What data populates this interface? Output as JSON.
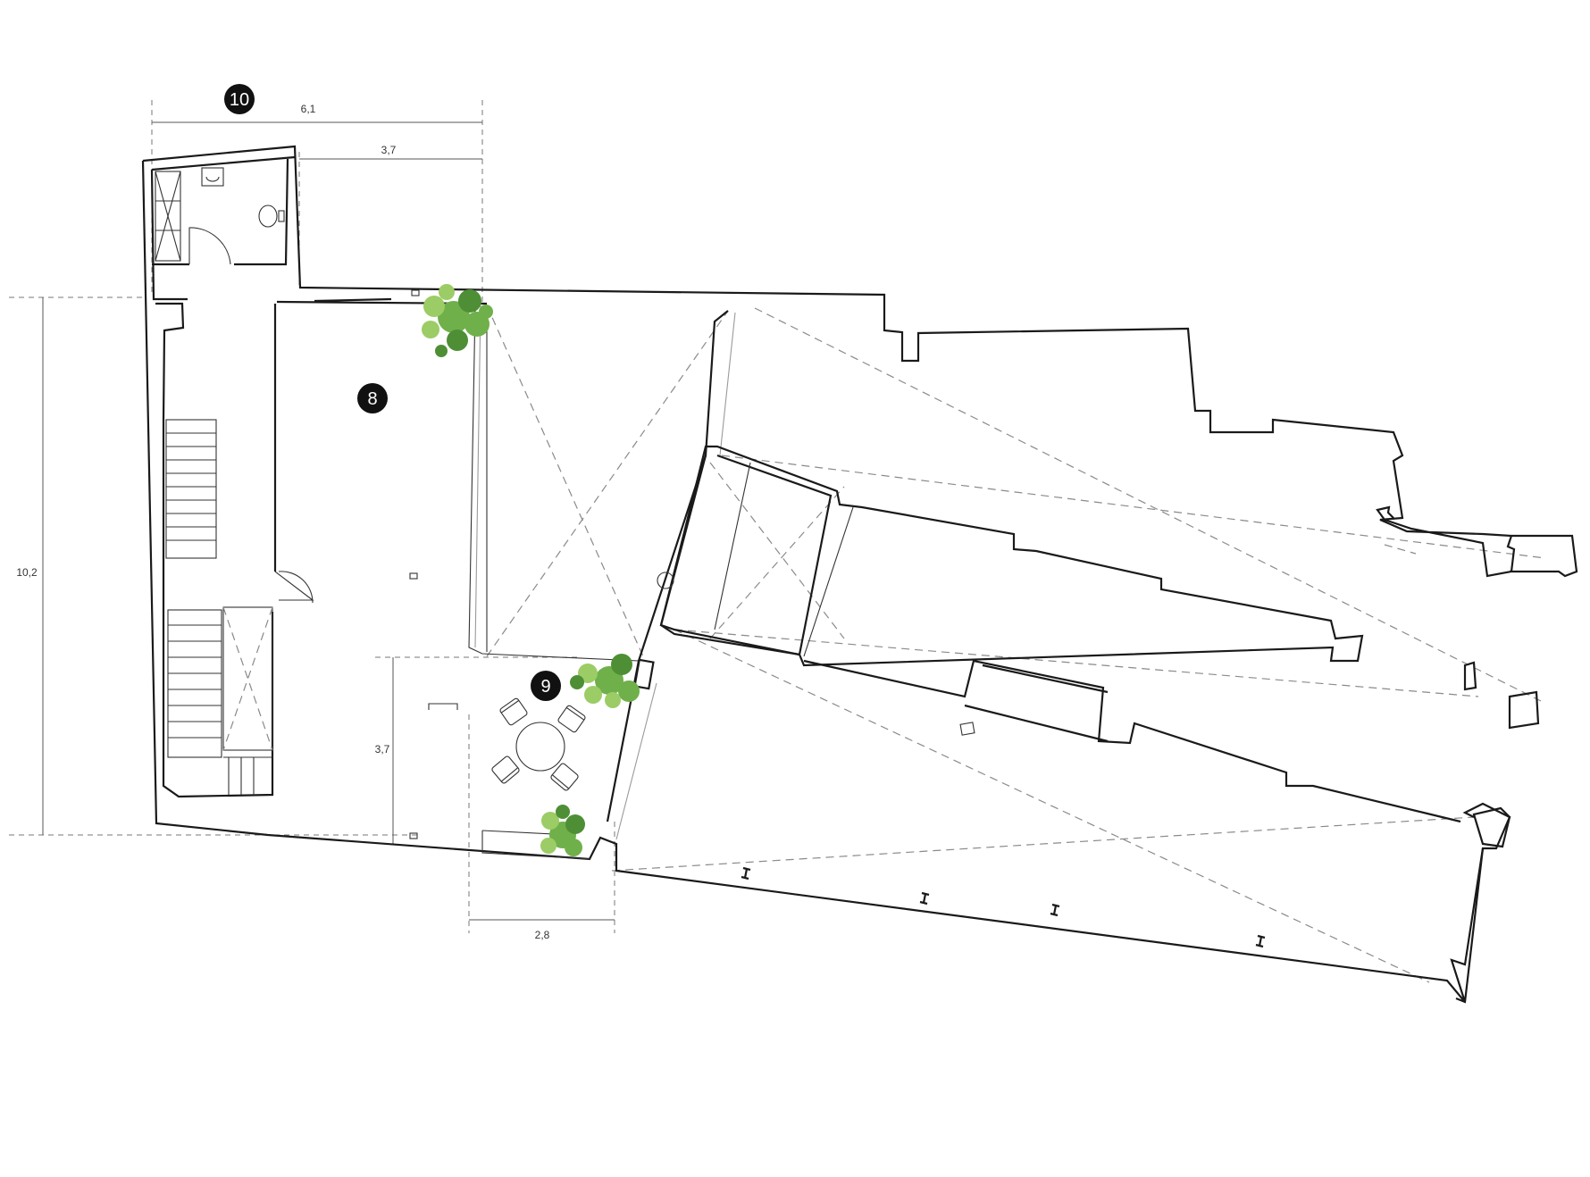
{
  "room_labels": [
    {
      "id": "8",
      "text": "8"
    },
    {
      "id": "9",
      "text": "9"
    },
    {
      "id": "10",
      "text": "10"
    }
  ],
  "dimensions": {
    "top_total": "6,1",
    "top_partial": "3,7",
    "left_height": "10,2",
    "patio_height": "3,7",
    "patio_width": "2,8"
  },
  "colors": {
    "walls": "#1a1a1a",
    "dashed_lines": "#8a8a8a",
    "plants": "#6fb04a",
    "badges": "#111111"
  },
  "icons": [
    "plant-icon",
    "table-icon",
    "chair-icon",
    "toilet-icon",
    "sink-icon",
    "stair-icon",
    "door-icon",
    "beam-icon"
  ]
}
